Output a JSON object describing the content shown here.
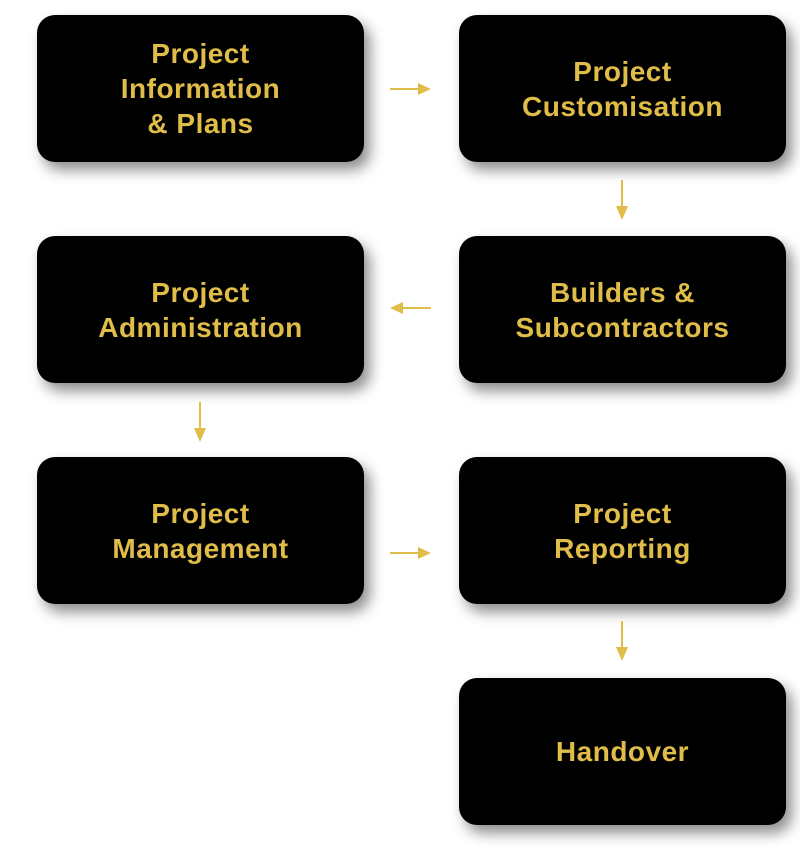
{
  "colors": {
    "accent": "#E0BC48",
    "box": "#000000"
  },
  "steps": [
    {
      "label": "Project\nInformation\n& Plans"
    },
    {
      "label": "Project\nCustomisation"
    },
    {
      "label": "Builders &\nSubcontractors"
    },
    {
      "label": "Project\nAdministration"
    },
    {
      "label": "Project\nManagement"
    },
    {
      "label": "Project\nReporting"
    },
    {
      "label": "Handover"
    }
  ]
}
